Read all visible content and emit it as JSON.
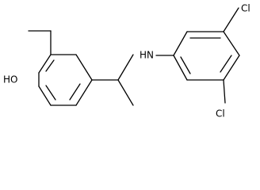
{
  "molecule": {
    "atom_labels": {
      "hydroxyl": "HO",
      "amine": "HN",
      "chloro_top": "Cl",
      "chloro_bottom": "Cl"
    }
  }
}
